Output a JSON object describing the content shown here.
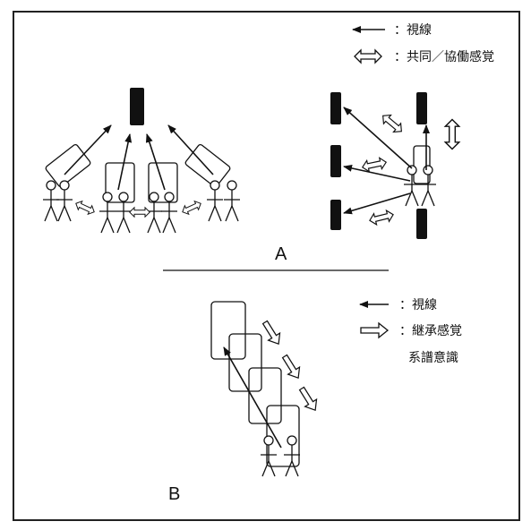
{
  "legend_a": {
    "gaze": "：視線",
    "cooperation": "：共同／協働感覚"
  },
  "legend_b": {
    "gaze": "：視線",
    "inheritance": "：継承感覚",
    "genealogy": "系譜意識"
  },
  "section_labels": {
    "a": "A",
    "b": "B"
  }
}
